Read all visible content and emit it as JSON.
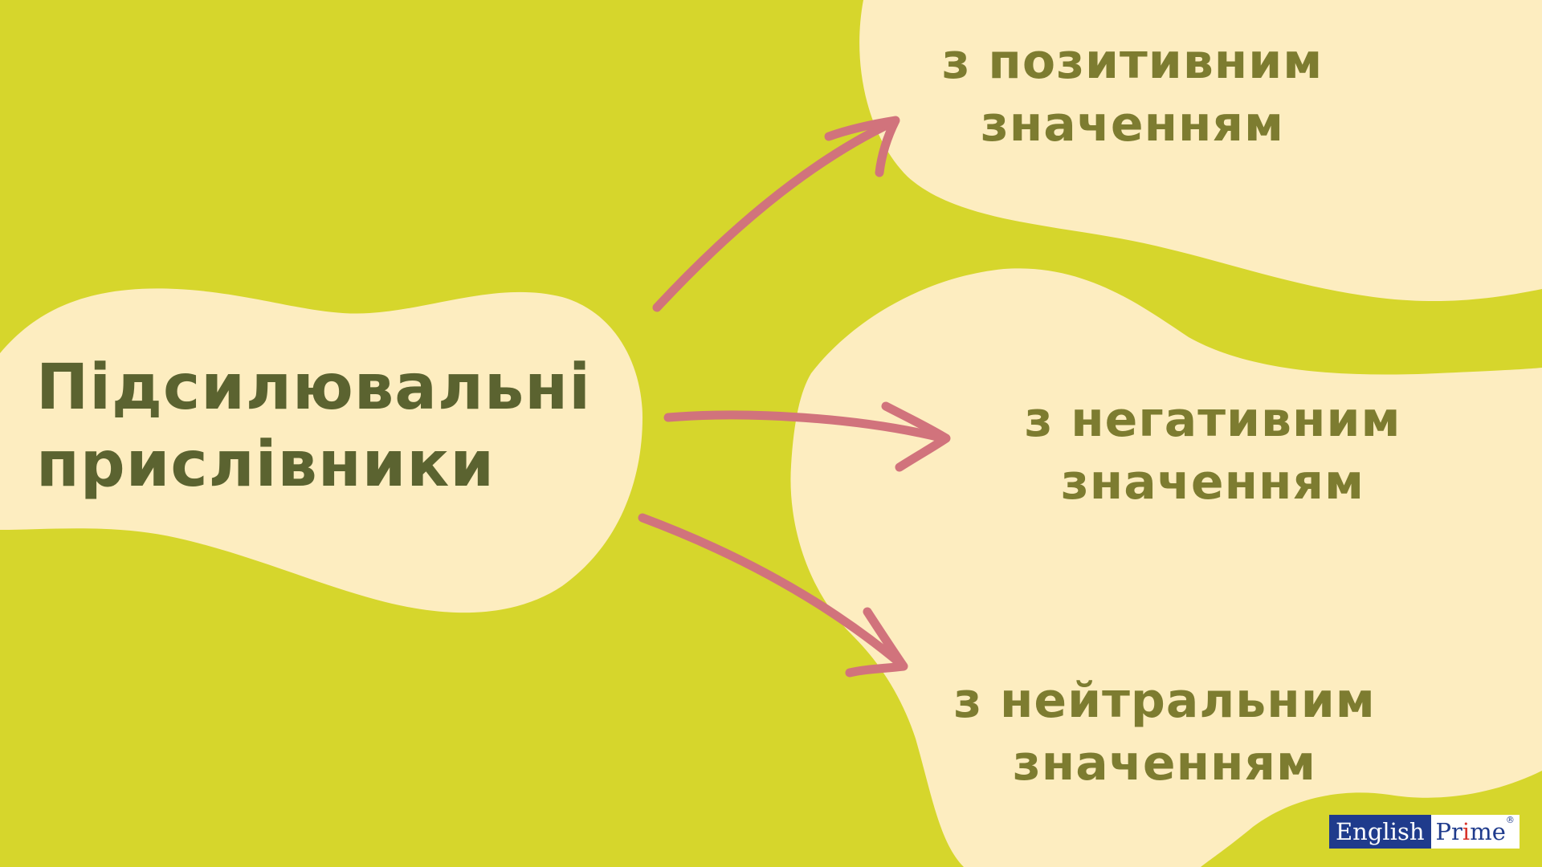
{
  "colors": {
    "background": "#d6d62c",
    "blob": "#fdedc0",
    "arrow": "#d1737c",
    "main_text": "#5b6330",
    "item_text": "#7d7c30",
    "logo_blue": "#1f3b8c"
  },
  "main": {
    "line1": "Підсилювальні",
    "line2": "прислівники"
  },
  "branches": [
    {
      "line1": "з позитивним",
      "line2": "значенням"
    },
    {
      "line1": "з негативним",
      "line2": "значенням"
    },
    {
      "line1": "з нейтральним",
      "line2": "значенням"
    }
  ],
  "logo": {
    "left": "English",
    "right_start": "Pr",
    "right_accent": "i",
    "right_end": "me",
    "mark": "®"
  }
}
